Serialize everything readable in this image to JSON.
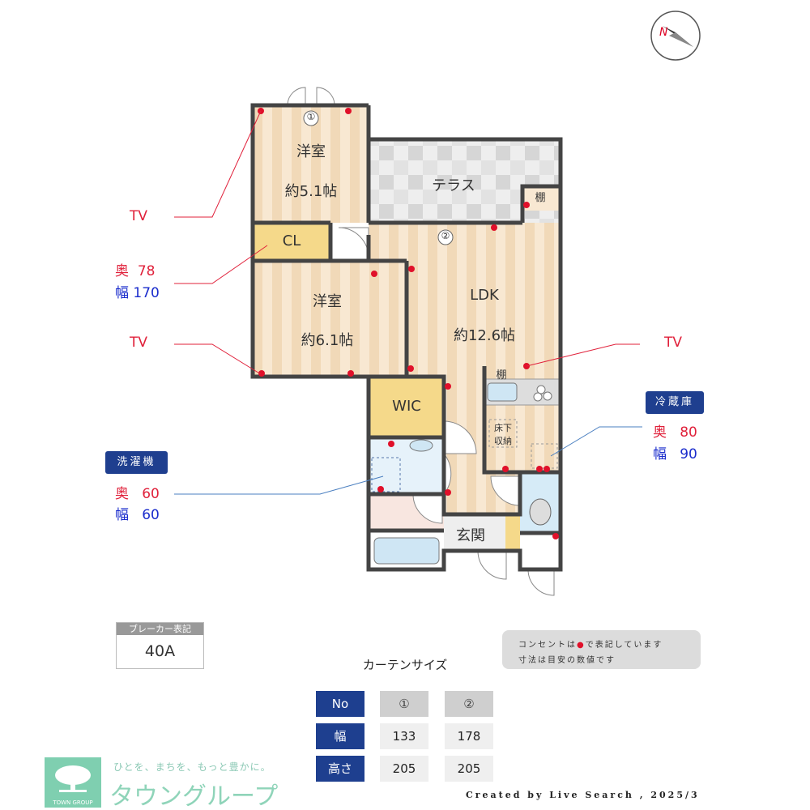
{
  "compass": {
    "label": "N"
  },
  "rooms": {
    "western1": {
      "name": "洋室",
      "size": "約5.1帖",
      "curtain": "①"
    },
    "terrace": "テラス",
    "shelf_top": "棚",
    "closet": "CL",
    "western2": {
      "name": "洋室",
      "size": "約6.1帖"
    },
    "ldk": {
      "name": "LDK",
      "size": "約12.6帖",
      "curtain": "②"
    },
    "shelf_kitchen": "棚",
    "wic": "WIC",
    "underfloor_storage": [
      "床下",
      "収納"
    ],
    "entrance": "玄関"
  },
  "annotations": {
    "tv_left_top": "TV",
    "closet_depth": {
      "label": "奥",
      "value": "78"
    },
    "closet_width": {
      "label": "幅",
      "value": "170"
    },
    "tv_left_bottom": "TV",
    "tv_right": "TV",
    "fridge": {
      "title": "冷蔵庫",
      "depth_label": "奥",
      "depth": "80",
      "width_label": "幅",
      "width": "90"
    },
    "washer": {
      "title": "洗濯機",
      "depth_label": "奥",
      "depth": "60",
      "width_label": "幅",
      "width": "60"
    }
  },
  "breaker": {
    "label": "ブレーカー表記",
    "value": "40A"
  },
  "notes": [
    "コンセントは",
    "で表記しています",
    "寸法は目安の数値です"
  ],
  "curtain_table": {
    "title": "カーテンサイズ",
    "headers": [
      "No",
      "幅",
      "高さ"
    ],
    "columns": [
      {
        "no": "①",
        "width": "133",
        "height": "205"
      },
      {
        "no": "②",
        "width": "178",
        "height": "205"
      }
    ]
  },
  "logo": {
    "tagline": "ひとを、まちを、もっと豊かに。",
    "name": "タウングループ",
    "mark_text": "TOWN GROUP"
  },
  "credit": "Created by Live Search , 2025/3",
  "colors": {
    "wall": "#444444",
    "floor": "#f6e2c6",
    "accent": "#1e3f8f",
    "outlet": "#e0102a",
    "tv_line": "#e0203a",
    "equip_line": "#4a7fc0"
  }
}
